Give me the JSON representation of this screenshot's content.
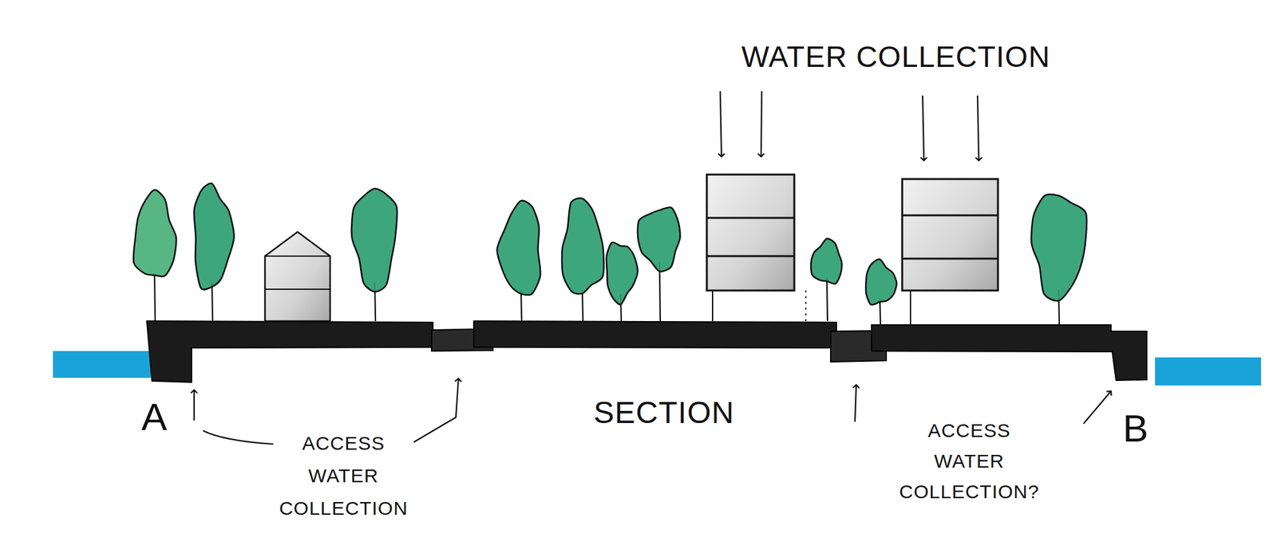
{
  "diagram": {
    "labels": [
      "WATER COLLECTION",
      "A",
      "SECTION",
      "B",
      "ACCESS WATER COLLECTION",
      "ACCESS WATER COLLECTION?"
    ]
  }
}
